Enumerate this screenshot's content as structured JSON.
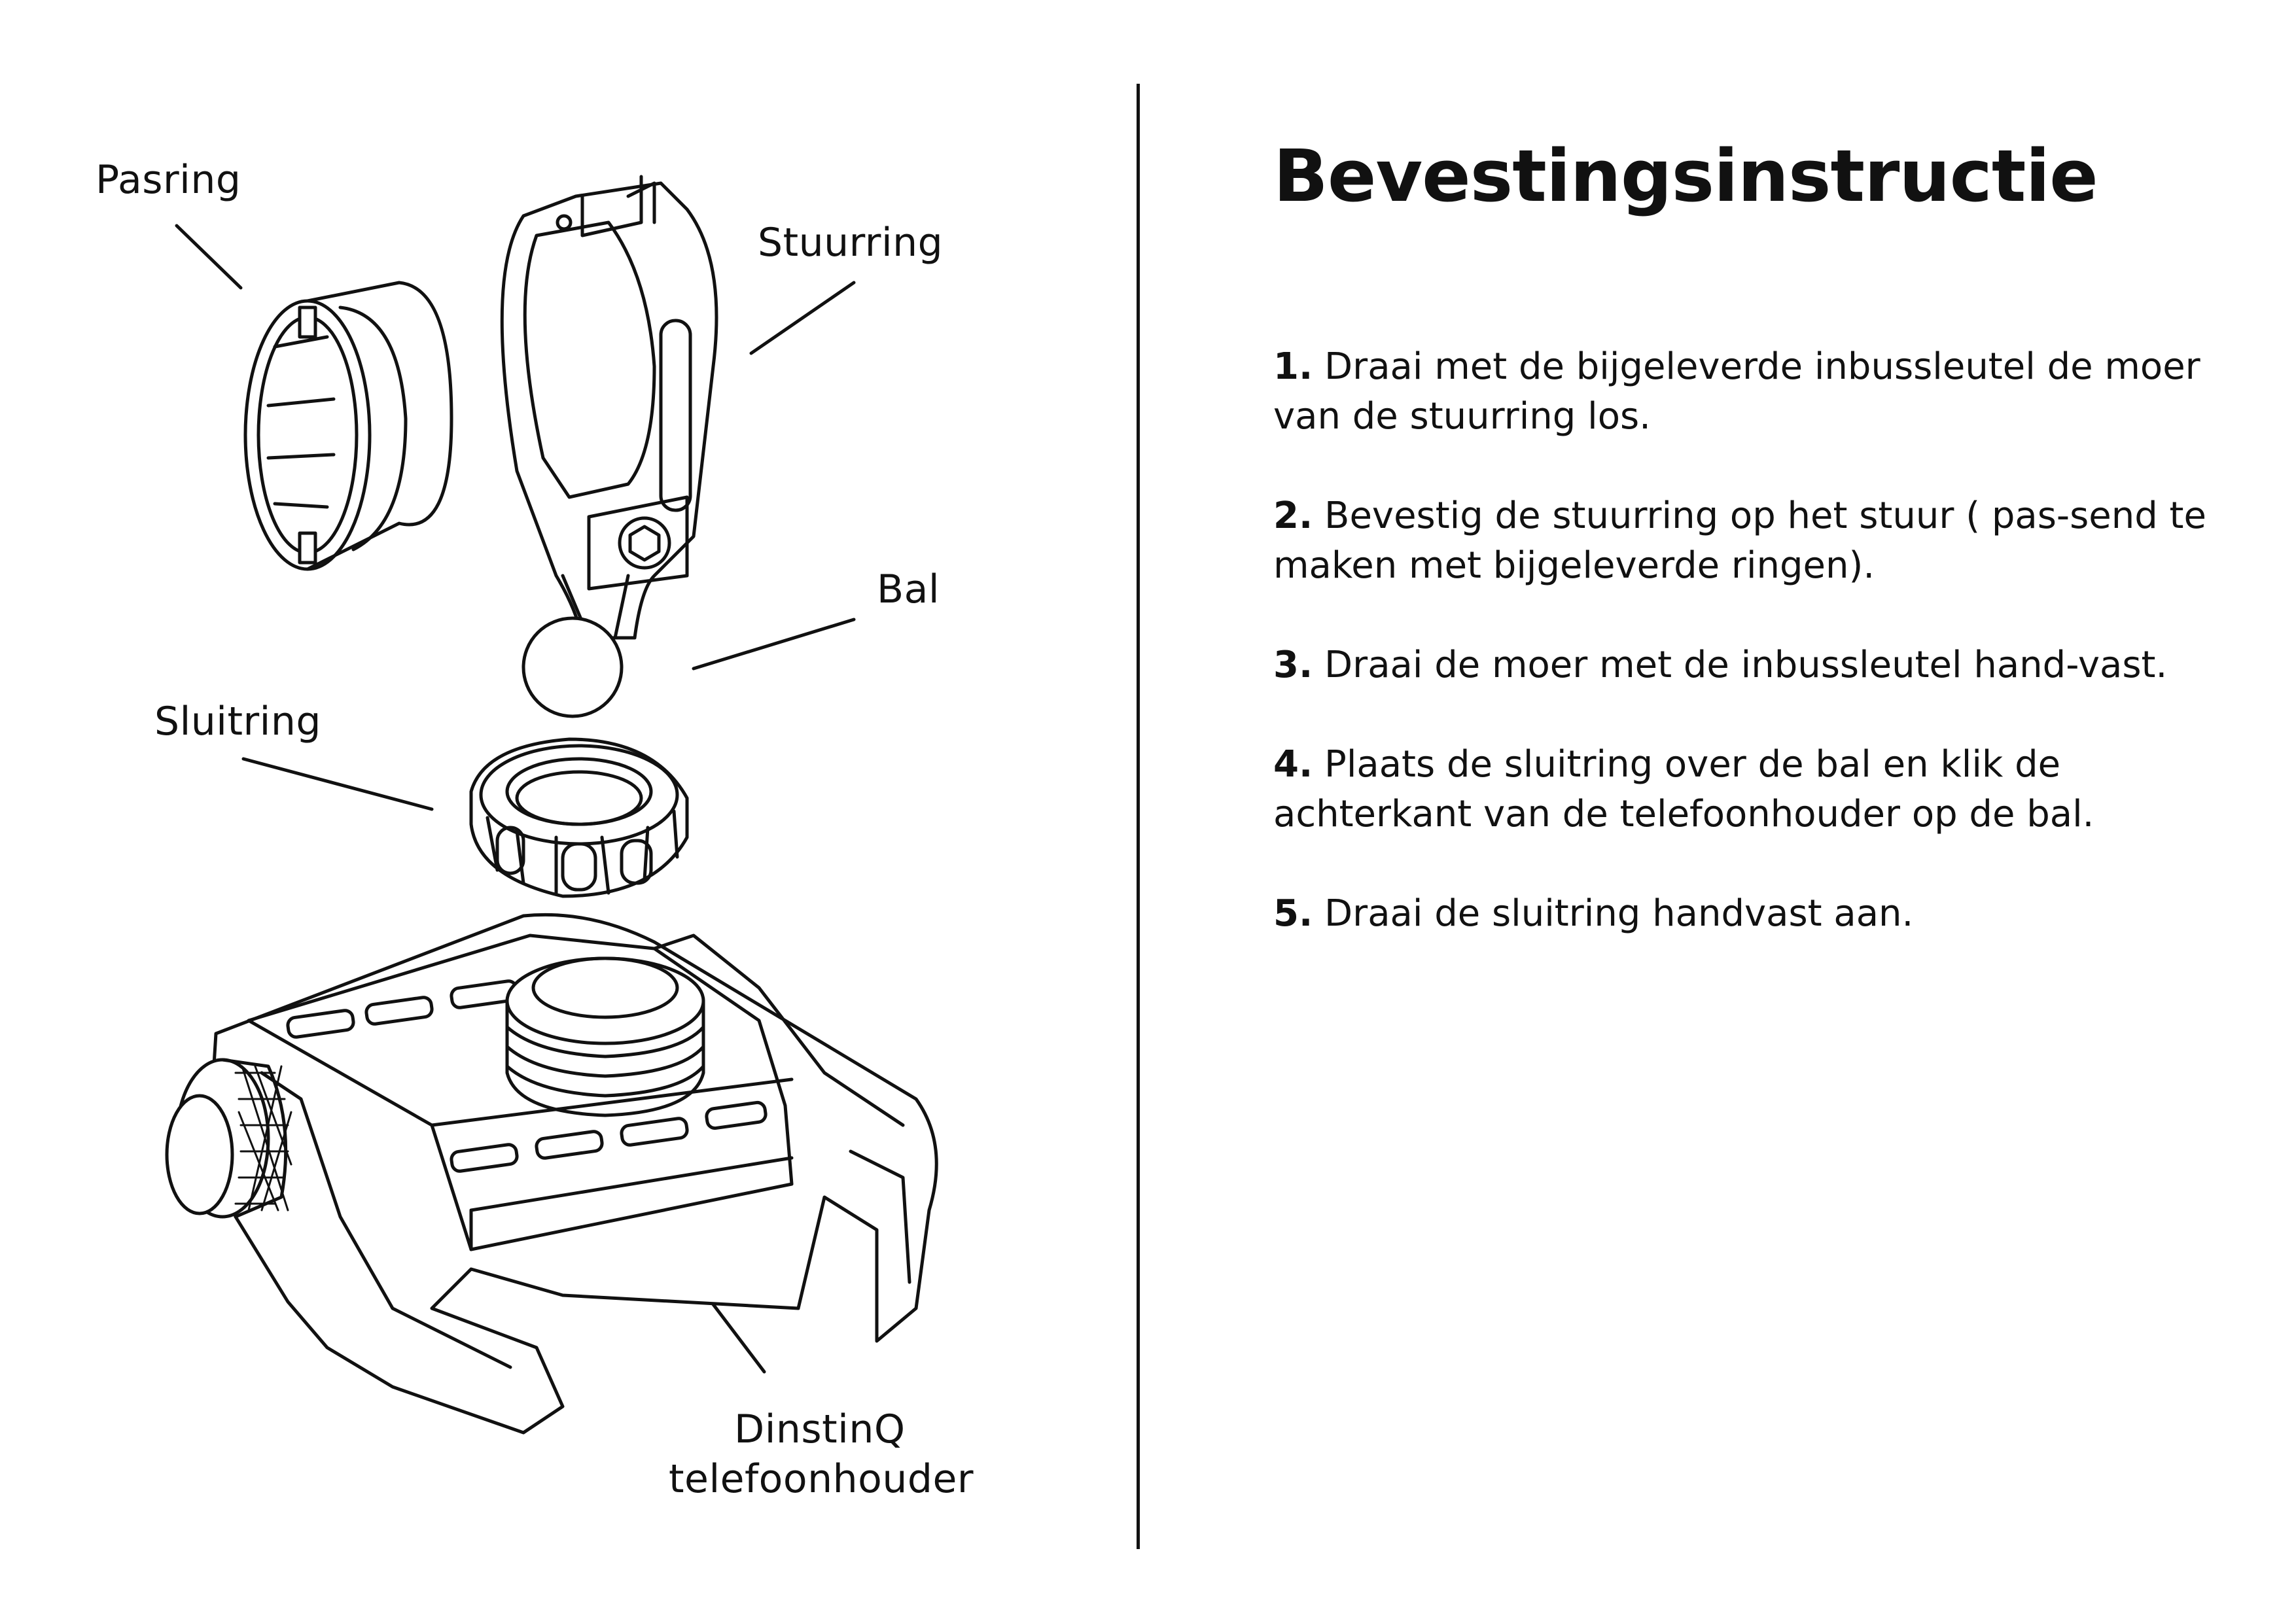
{
  "labels": {
    "pasring": "Pasring",
    "stuurring": "Stuurring",
    "bal": "Bal",
    "sluitring": "Sluitring",
    "holder_line1": "DinstinQ",
    "holder_line2": "telefoonhouder"
  },
  "title": "Bevestingsinstructie",
  "steps": [
    {
      "num": "1.",
      "text": " Draai met de bijgeleverde inbussleutel de moer van de stuurring los."
    },
    {
      "num": "2.",
      "text": " Bevestig de stuurring op het stuur ( pas-send te maken met bijgeleverde ringen)."
    },
    {
      "num": "3.",
      "text": " Draai de moer met de inbussleutel hand-vast."
    },
    {
      "num": "4.",
      "text": " Plaats de sluitring over de bal en klik de achterkant van de telefoonhouder op de bal."
    },
    {
      "num": "5.",
      "text": " Draai de sluitring handvast aan."
    }
  ]
}
